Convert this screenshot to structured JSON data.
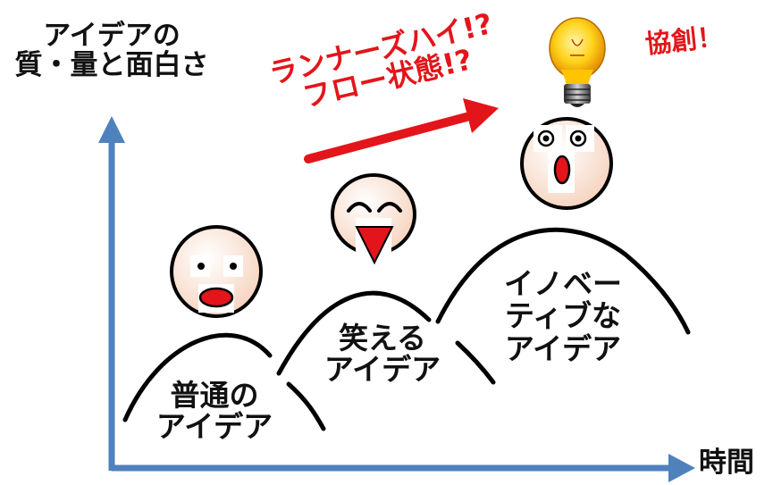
{
  "y_axis_label": [
    "アイデアの",
    "質・量と面白さ"
  ],
  "x_axis_label": "時間",
  "runner_high_label": [
    "ランナーズハイ!?",
    "フロー状態!?"
  ],
  "cocreation_label": "協創！",
  "peaks": [
    {
      "label": [
        "普通の",
        "アイデア"
      ]
    },
    {
      "label": [
        "笑える",
        "アイデア"
      ]
    },
    {
      "label": [
        "イノベー",
        "ティブな",
        "アイデア"
      ]
    }
  ],
  "colors": {
    "axis": "#4f81bd",
    "accent_red": "#e3151a",
    "face_fill": "#fde6d6",
    "bulb_yellow": "#ffd21a",
    "text": "#111111",
    "line": "#000000"
  },
  "icons": [
    "idea-light-bulb-icon",
    "neutral-face-icon",
    "laughing-face-icon",
    "surprised-face-icon"
  ]
}
